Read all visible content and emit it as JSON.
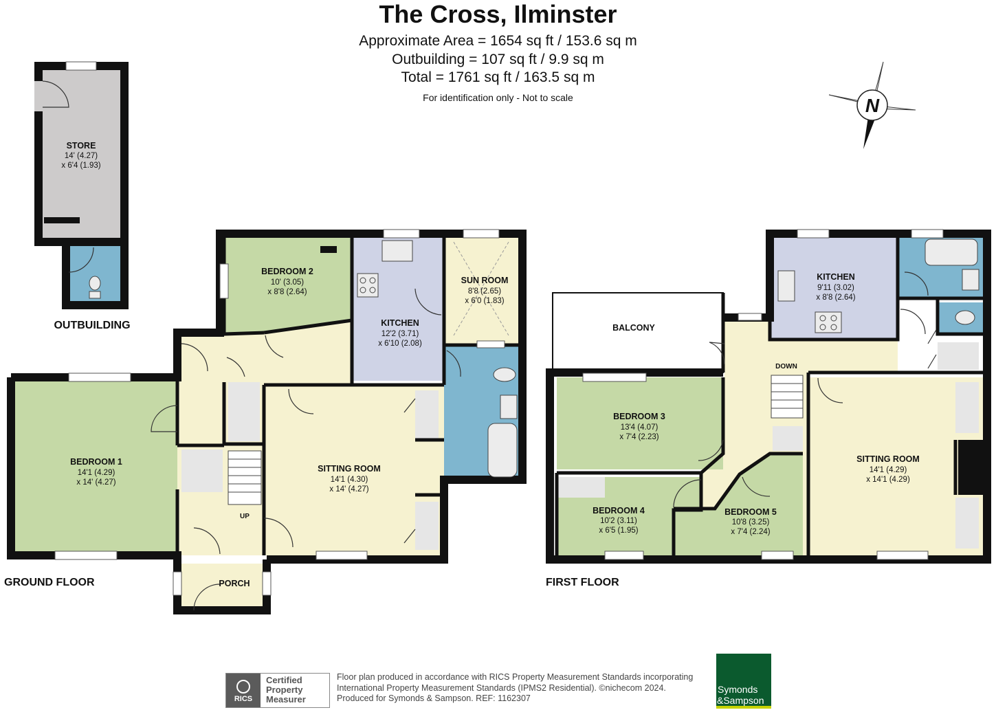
{
  "title": "The Cross, Ilminster",
  "areas": {
    "main": "Approximate Area = 1654 sq ft / 153.6 sq m",
    "outbuilding": "Outbuilding = 107 sq ft / 9.9 sq m",
    "total": "Total = 1761 sq ft / 163.5 sq m"
  },
  "note": "For identification only - Not to scale",
  "compass": {
    "label": "N"
  },
  "floors": {
    "outbuilding": "OUTBUILDING",
    "ground": "GROUND FLOOR",
    "first": "FIRST FLOOR"
  },
  "rooms": {
    "store": {
      "name": "STORE",
      "dim1": "14' (4.27)",
      "dim2": "x 6'4 (1.93)"
    },
    "bedroom1": {
      "name": "BEDROOM 1",
      "dim1": "14'1 (4.29)",
      "dim2": "x 14' (4.27)"
    },
    "bedroom2": {
      "name": "BEDROOM 2",
      "dim1": "10' (3.05)",
      "dim2": "x 8'8 (2.64)"
    },
    "kitchen_g": {
      "name": "KITCHEN",
      "dim1": "12'2 (3.71)",
      "dim2": "x 6'10 (2.08)"
    },
    "sunroom": {
      "name": "SUN ROOM",
      "dim1": "8'8 (2.65)",
      "dim2": "x 6'0 (1.83)"
    },
    "sitting_g": {
      "name": "SITTING ROOM",
      "dim1": "14'1 (4.30)",
      "dim2": "x 14' (4.27)"
    },
    "porch": {
      "name": "PORCH"
    },
    "balcony": {
      "name": "BALCONY"
    },
    "kitchen_f": {
      "name": "KITCHEN",
      "dim1": "9'11 (3.02)",
      "dim2": "x 8'8 (2.64)"
    },
    "bedroom3": {
      "name": "BEDROOM 3",
      "dim1": "13'4 (4.07)",
      "dim2": "x 7'4 (2.23)"
    },
    "bedroom4": {
      "name": "BEDROOM 4",
      "dim1": "10'2 (3.11)",
      "dim2": "x 6'5 (1.95)"
    },
    "bedroom5": {
      "name": "BEDROOM 5",
      "dim1": "10'8 (3.25)",
      "dim2": "x 7'4 (2.24)"
    },
    "sitting_f": {
      "name": "SITTING ROOM",
      "dim1": "14'1 (4.29)",
      "dim2": "x 14'1 (4.29)"
    }
  },
  "stairs": {
    "up": "UP",
    "down": "DOWN"
  },
  "colors": {
    "bedroom": "#c5d9a6",
    "living": "#f6f2d0",
    "kitchen": "#cfd3e6",
    "bathroom": "#7fb6cf",
    "store": "#cdcbcb",
    "cupboard": "#e6e6e6",
    "wall": "#111111"
  },
  "footer": {
    "line1": "Floor plan produced in accordance with RICS Property Measurement Standards incorporating",
    "line2": "International Property Measurement Standards (IPMS2 Residential).  ©nichecom 2024.",
    "line3": "Produced for Symonds & Sampson.   REF:  1162307"
  },
  "rics": {
    "logo": "RICS",
    "cert1": "Certified",
    "cert2": "Property",
    "cert3": "Measurer"
  },
  "brand": {
    "line1": "Symonds",
    "line2": "&Sampson"
  }
}
